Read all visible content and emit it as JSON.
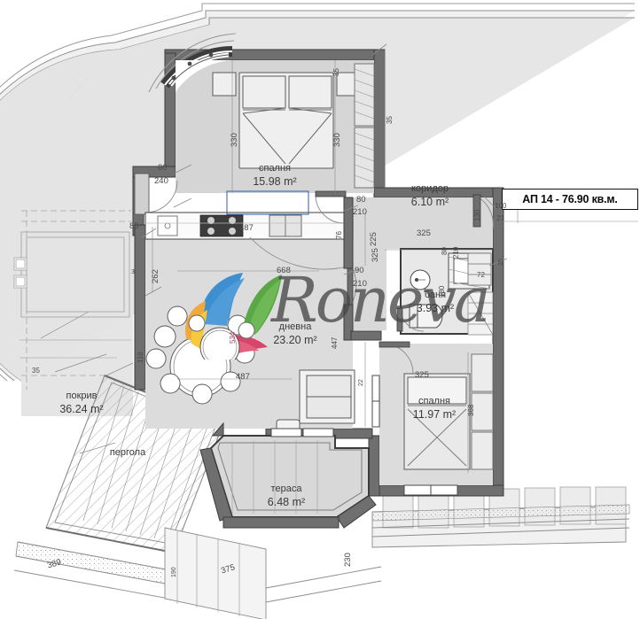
{
  "document": {
    "type": "architectural-floor-plan",
    "title_box": "АП 14 - 76.90 кв.м.",
    "watermark": "Roneva",
    "watermark_logo_colors": [
      "#3e8fd0",
      "#5aa845",
      "#f0a93c",
      "#d9456a",
      "#f5c93f"
    ]
  },
  "rooms": [
    {
      "id": "bedroom1",
      "name": "спалня",
      "area": "15.98 m²"
    },
    {
      "id": "corridor",
      "name": "коридор",
      "area": "6.10 m²"
    },
    {
      "id": "bathroom",
      "name": "баня",
      "area": "3.93 m²"
    },
    {
      "id": "living",
      "name": "дневна",
      "area": "23.20 m²"
    },
    {
      "id": "bedroom2",
      "name": "спалня",
      "area": "11.97 m²"
    },
    {
      "id": "roof",
      "name": "покрив",
      "area": "36.24 m²"
    },
    {
      "id": "terrace",
      "name": "тераса",
      "area": "6.48 m²"
    }
  ],
  "annotations": [
    {
      "id": "pergola",
      "name": "пергола"
    }
  ],
  "dimensions": {
    "bedroom1_left": "330",
    "bedroom1_right": "330",
    "wall_top_1": "35",
    "wall_right_1": "35",
    "niche_80": "80",
    "niche_240": "240",
    "left_85": "85",
    "left_262": "262",
    "left_3": "3",
    "kitchen_487": "487",
    "door_80a": "80",
    "door_210a": "210",
    "door_76": "76",
    "dim_325a": "325",
    "door_90": "90",
    "door_210b": "210",
    "corridor_225": "225",
    "corridor_325": "325",
    "corridor_130": "130",
    "bath_80": "80",
    "bath_210c": "210",
    "bath_180": "180",
    "bath_72": "72",
    "bath_25": "25",
    "title_100": "100",
    "title_21": "21",
    "living_668": "668",
    "living_487": "487",
    "living_447": "447",
    "living_534": "534",
    "living_118": "118",
    "living_35": "35",
    "bedroom2_325": "325",
    "bedroom2_368": "368",
    "bedroom2_22": "22",
    "terrace_230": "230",
    "bottom_389": "389",
    "bottom_375": "375",
    "bottom_190": "190"
  }
}
